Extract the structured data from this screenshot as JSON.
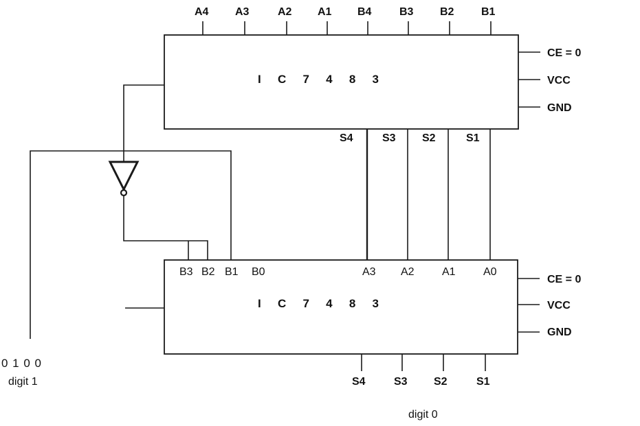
{
  "chip_top": {
    "title": "I C 7 4 8 3",
    "top_pins": [
      "A4",
      "A3",
      "A2",
      "A1",
      "B4",
      "B3",
      "B2",
      "B1"
    ],
    "right_pins": [
      "CE = 0",
      "VCC",
      "GND"
    ],
    "bottom_pins": [
      "S4",
      "S3",
      "S2",
      "S1"
    ]
  },
  "chip_bottom": {
    "title": "I C 7 4 8 3",
    "input_pins": [
      "B3",
      "B2",
      "B1",
      "B0",
      "A3",
      "A2",
      "A1",
      "A0"
    ],
    "right_pins": [
      "CE = 0",
      "VCC",
      "GND"
    ],
    "bottom_pins": [
      "S4",
      "S3",
      "S2",
      "S1"
    ]
  },
  "digit1": {
    "bits": "0 1 0 0",
    "label": "digit 1"
  },
  "digit0": {
    "label": "digit 0"
  }
}
